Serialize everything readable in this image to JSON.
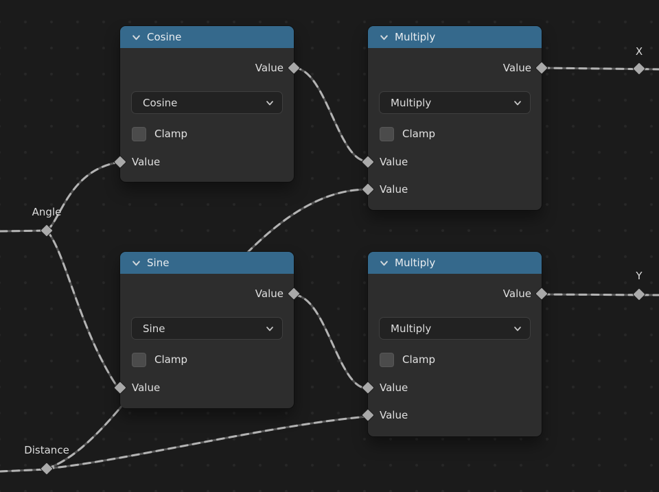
{
  "colors": {
    "background": "#1b1b1b",
    "grid_dot": "#282828",
    "node_header": "#35698c",
    "node_body": "#2d2d2d",
    "socket": "#a9a9a9",
    "wire_light": "#b3b3b3",
    "wire_dark": "#565656"
  },
  "nodes": [
    {
      "title": "Cosine",
      "output_label": "Value",
      "operation": "Cosine",
      "clamp_label": "Clamp",
      "clamp_checked": false,
      "input1_label": "Value"
    },
    {
      "title": "Multiply",
      "output_label": "Value",
      "operation": "Multiply",
      "clamp_label": "Clamp",
      "clamp_checked": false,
      "input1_label": "Value",
      "input2_label": "Value"
    },
    {
      "title": "Sine",
      "output_label": "Value",
      "operation": "Sine",
      "clamp_label": "Clamp",
      "clamp_checked": false,
      "input1_label": "Value"
    },
    {
      "title": "Multiply",
      "output_label": "Value",
      "operation": "Multiply",
      "clamp_label": "Clamp",
      "clamp_checked": false,
      "input1_label": "Value",
      "input2_label": "Value"
    }
  ],
  "reroutes": [
    {
      "label": "Angle"
    },
    {
      "label": "Distance"
    },
    {
      "label": "X"
    },
    {
      "label": "Y"
    }
  ],
  "edges": [
    {
      "from": "Angle",
      "to": "Cosine.Value"
    },
    {
      "from": "Angle",
      "to": "Sine.Value"
    },
    {
      "from": "Cosine.Value",
      "to": "Multiply(top).Value1"
    },
    {
      "from": "Distance",
      "to": "Multiply(top).Value2"
    },
    {
      "from": "Sine.Value",
      "to": "Multiply(bottom).Value1"
    },
    {
      "from": "Distance",
      "to": "Multiply(bottom).Value2"
    },
    {
      "from": "Multiply(top).Value",
      "to": "X"
    },
    {
      "from": "Multiply(bottom).Value",
      "to": "Y"
    }
  ]
}
